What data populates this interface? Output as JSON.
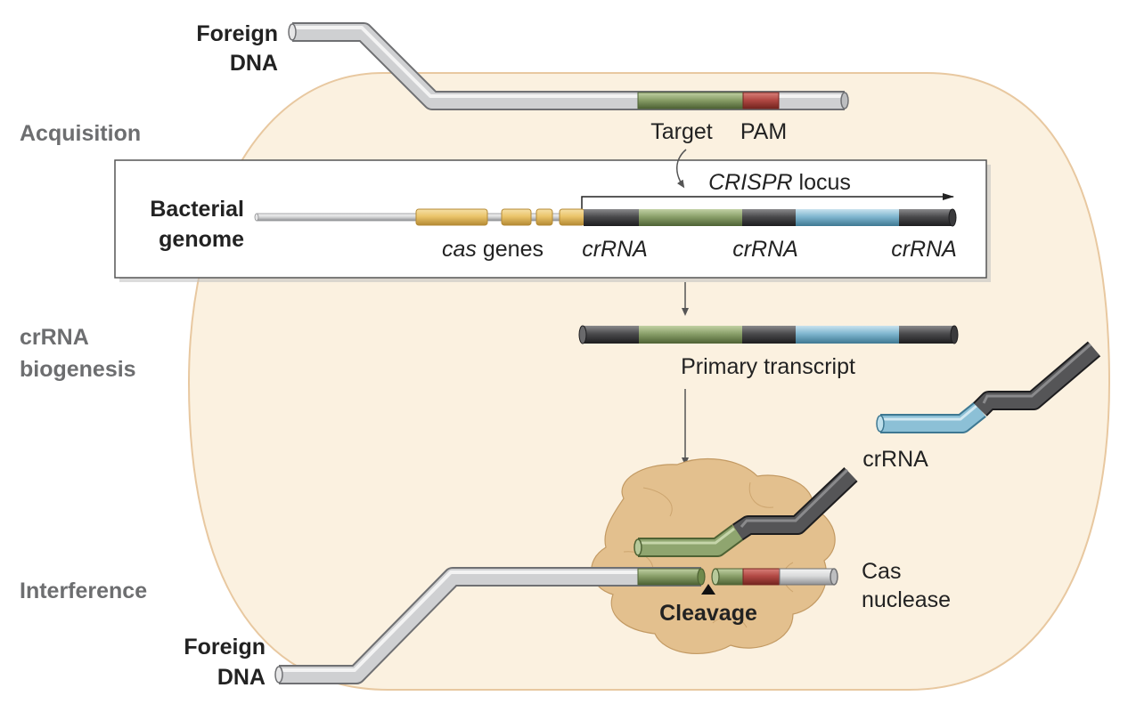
{
  "stages": {
    "acquisition": "Acquisition",
    "biogenesis_line1": "crRNA",
    "biogenesis_line2": "biogenesis",
    "interference": "Interference"
  },
  "labels": {
    "foreign_dna_top_1": "Foreign",
    "foreign_dna_top_2": "DNA",
    "target": "Target",
    "pam": "PAM",
    "crispr_locus_italic": "CRISPR",
    "crispr_locus_rest": " locus",
    "bacterial_genome_1": "Bacterial",
    "bacterial_genome_2": "genome",
    "cas_genes_italic": "cas",
    "cas_genes_rest": " genes",
    "crrna_1": "crRNA",
    "crrna_2": "crRNA",
    "crrna_3": "crRNA",
    "primary_transcript": "Primary transcript",
    "crrna_free": "crRNA",
    "cas_nuclease_1": "Cas",
    "cas_nuclease_2": "nuclease",
    "cleavage": "Cleavage",
    "foreign_dna_bottom_1": "Foreign",
    "foreign_dna_bottom_2": "DNA"
  },
  "colors": {
    "cell_fill": "#fbf1e0",
    "cell_stroke": "#e8c8a0",
    "target_green": "#8aa06a",
    "pam_red": "#b34a45",
    "spacer_blue": "#7fb6cf",
    "repeat_dark": "#4a4a4c",
    "dna_gray": "#d9dadb",
    "cas_gene_yellow": "#ebc46a",
    "nuclease_tan": "#e3c08e"
  }
}
